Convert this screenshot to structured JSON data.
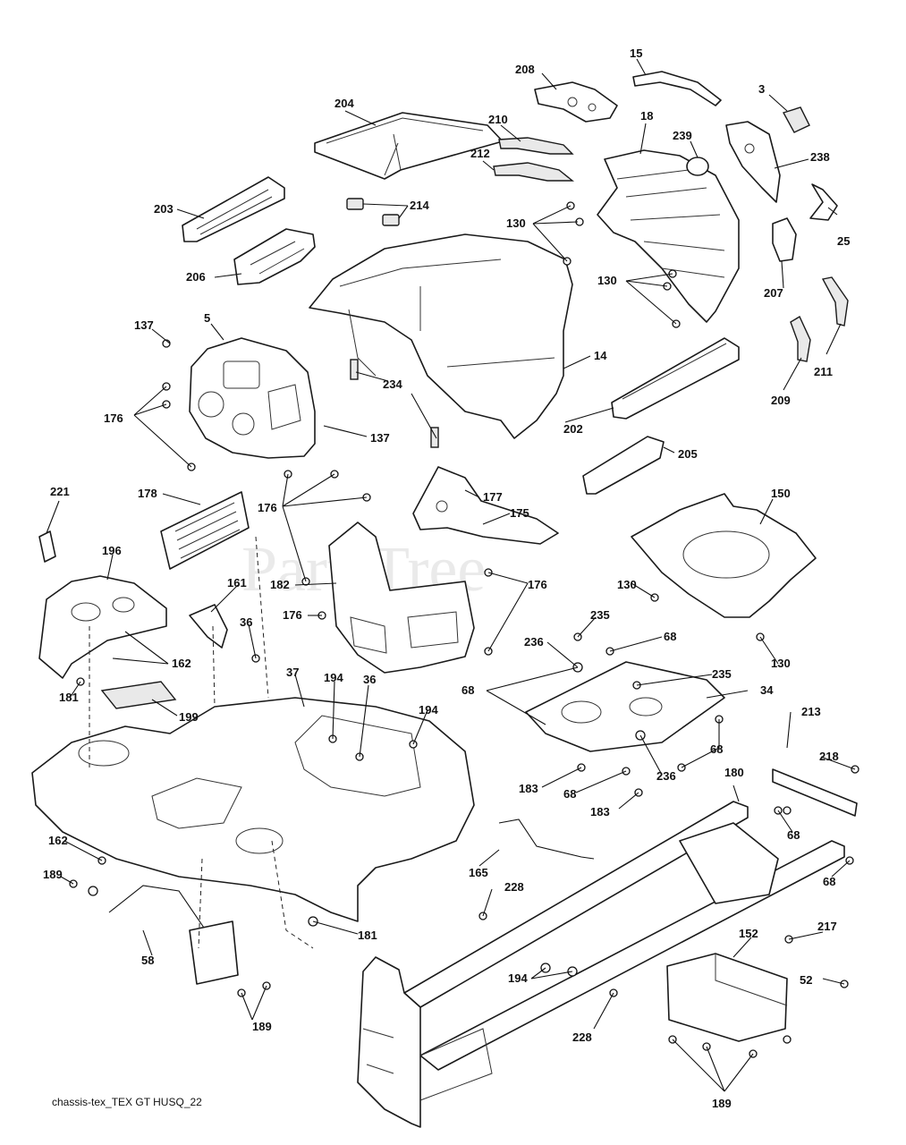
{
  "watermark": "PartsTree",
  "footer_label": "chassis-tex_TEX GT HUSQ_22",
  "callouts": {
    "c15": "15",
    "c208": "208",
    "c3": "3",
    "c204": "204",
    "c210": "210",
    "c18": "18",
    "c239": "239",
    "c238": "238",
    "c212": "212",
    "c203": "203",
    "c214": "214",
    "c130a": "130",
    "c25": "25",
    "c206": "206",
    "c130b": "130",
    "c207": "207",
    "c137a": "137",
    "c5": "5",
    "c14": "14",
    "c234": "234",
    "c211": "211",
    "c176a": "176",
    "c137b": "137",
    "c209": "209",
    "c202": "202",
    "c205": "205",
    "c221": "221",
    "c178": "178",
    "c177": "177",
    "c176b": "176",
    "c175": "175",
    "c150": "150",
    "c196": "196",
    "c161": "161",
    "c182": "182",
    "c176c": "176",
    "c176d": "176",
    "c130c": "130",
    "c36a": "36",
    "c235a": "235",
    "c162a": "162",
    "c236a": "236",
    "c68a": "68",
    "c37": "37",
    "c194a": "194",
    "c130d": "130",
    "c235b": "235",
    "c68b": "68",
    "c34": "34",
    "c181a": "181",
    "c199": "199",
    "c36b": "36",
    "c194b": "194",
    "c213": "213",
    "c68c": "68",
    "c236b": "236",
    "c218": "218",
    "c183a": "183",
    "c68d": "68",
    "c180": "180",
    "c183b": "183",
    "c68e": "68",
    "c162b": "162",
    "c165": "165",
    "c68f": "68",
    "c189a": "189",
    "c228a": "228",
    "c181b": "181",
    "c217": "217",
    "c152": "152",
    "c58": "58",
    "c194c": "194",
    "c52": "52",
    "c189b": "189",
    "c228b": "228",
    "c189c": "189"
  }
}
